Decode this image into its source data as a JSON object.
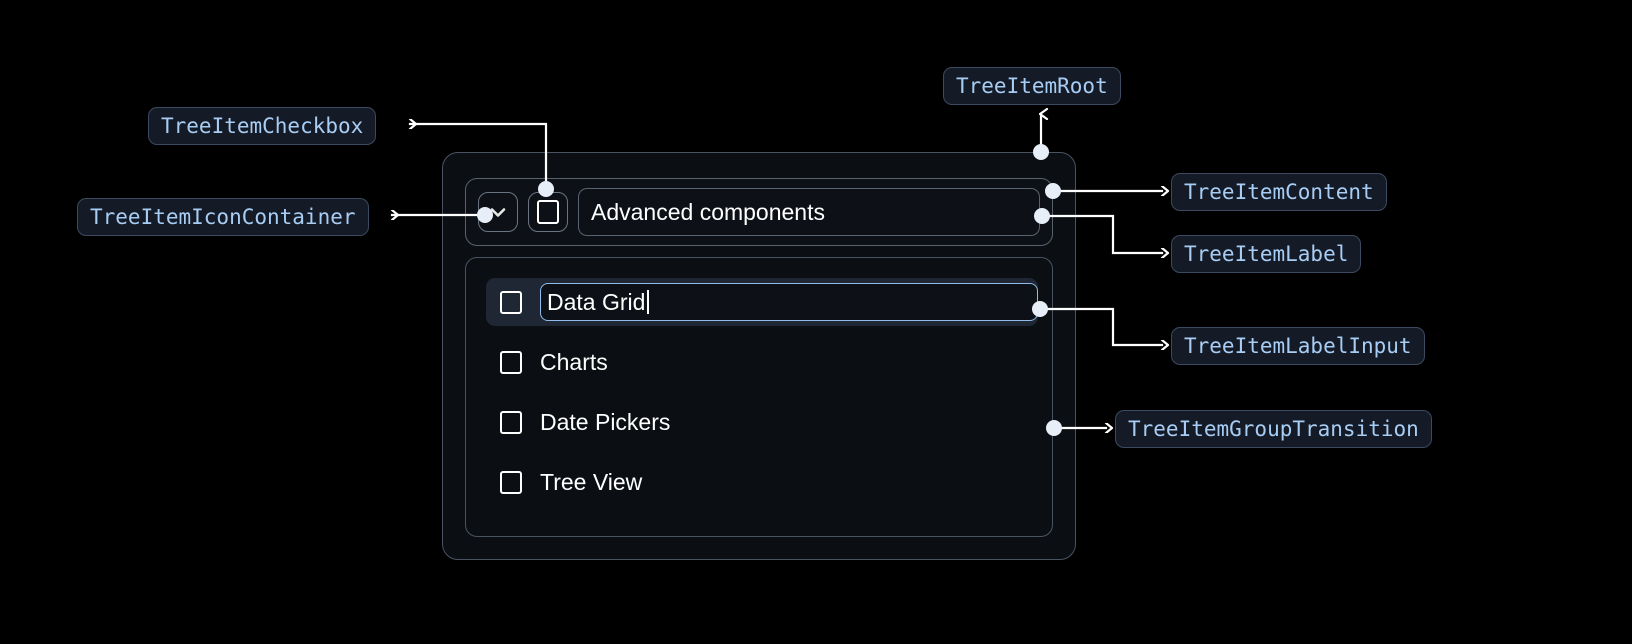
{
  "theme": {
    "background": "#000000",
    "badge_bg": "#151b26",
    "badge_border": "#3b4a5e",
    "badge_text": "#a8cdf5",
    "panel_bg": "#0b0f14",
    "panel_border": "#4a5361",
    "selected_row_bg": "#1e2733",
    "input_border": "#8fbcea",
    "connector_color": "#ffffff",
    "text_color": "#ffffff"
  },
  "annotations": [
    {
      "id": "tree-item-checkbox",
      "label": "TreeItemCheckbox"
    },
    {
      "id": "tree-item-icon-container",
      "label": "TreeItemIconContainer"
    },
    {
      "id": "tree-item-root",
      "label": "TreeItemRoot"
    },
    {
      "id": "tree-item-content",
      "label": "TreeItemContent"
    },
    {
      "id": "tree-item-label",
      "label": "TreeItemLabel"
    },
    {
      "id": "tree-item-label-input",
      "label": "TreeItemLabelInput"
    },
    {
      "id": "tree-item-group-transition",
      "label": "TreeItemGroupTransition"
    }
  ],
  "tree": {
    "icons": {
      "expand": "chevron-down-icon",
      "checkbox": "checkbox-unchecked-icon"
    },
    "root_label": "Advanced components",
    "root_checkbox_checked": false,
    "children": [
      {
        "label": "Data Grid",
        "checked": false,
        "editing": true
      },
      {
        "label": "Charts",
        "checked": false,
        "editing": false
      },
      {
        "label": "Date Pickers",
        "checked": false,
        "editing": false
      },
      {
        "label": "Tree View",
        "checked": false,
        "editing": false
      }
    ]
  }
}
